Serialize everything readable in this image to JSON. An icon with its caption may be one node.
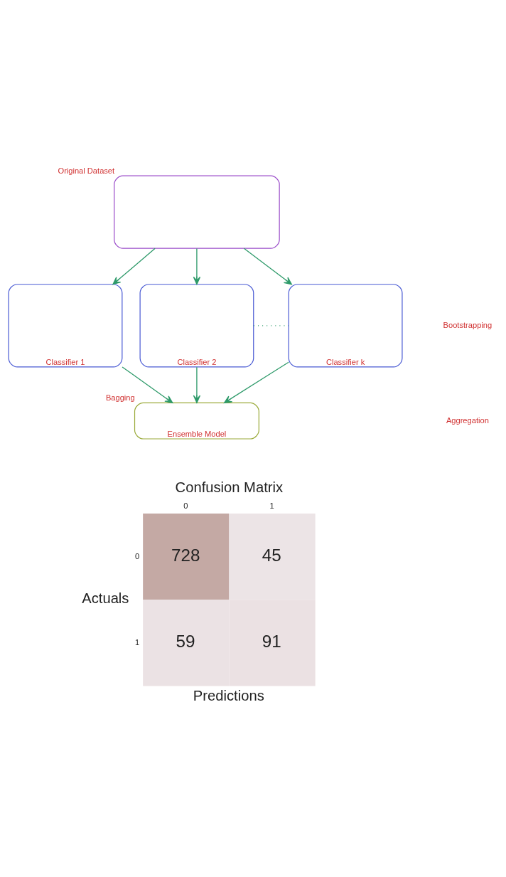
{
  "diagram": {
    "nodes": [
      {
        "text": [
          "Original Dataset"
        ]
      },
      {
        "text": [
          "Classifier 1"
        ]
      },
      {
        "text": [
          "Classifier 2"
        ]
      },
      {
        "text": [
          "Classifier k"
        ]
      },
      {
        "text": [
          "Ensemble Model"
        ],
        "beside": [
          "Bagging"
        ]
      }
    ],
    "edges": [
      {
        "from": 0,
        "to": 1,
        "arrow": "to"
      },
      {
        "from": 0,
        "to": 2,
        "arrow": "to"
      },
      {
        "from": 0,
        "to": 3,
        "arrow": "to"
      },
      {
        "from": 2,
        "to": 3,
        "arrow": "none",
        "style": "dashed"
      },
      {
        "from": 1,
        "to": 4,
        "arrow": "to"
      },
      {
        "from": 2,
        "to": 4,
        "arrow": "to"
      },
      {
        "from": 3,
        "to": 4,
        "arrow": "to"
      }
    ],
    "labels": [
      "Bootstrapping",
      "Aggregation",
      "Confusion Matrix",
      "0",
      "1",
      "0",
      "728",
      "45",
      "Actuals",
      "1",
      "59",
      "91",
      "Predictions"
    ]
  }
}
